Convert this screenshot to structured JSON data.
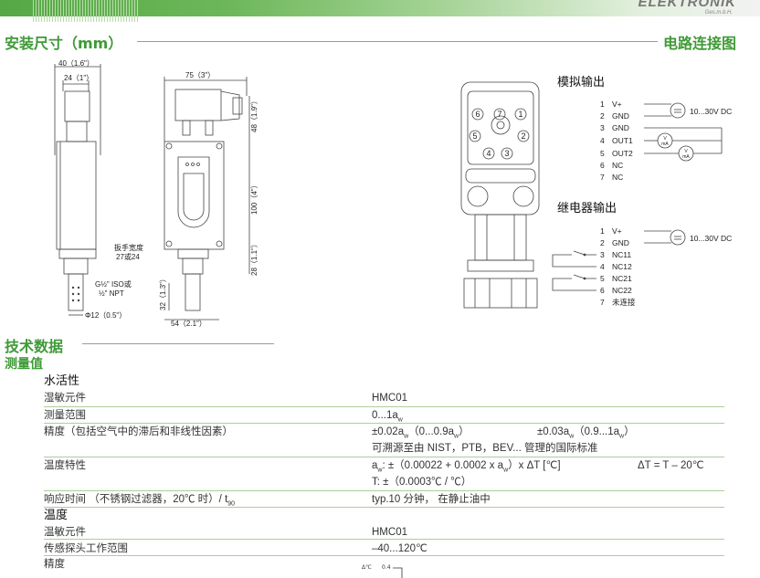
{
  "header": {
    "logo": "ELEKTRONIK",
    "logo_sub": "Ges.m.b.H."
  },
  "sections": {
    "dimensions_title": "安装尺寸（mm）",
    "wiring_title": "电路连接图",
    "tech_title": "技术数据",
    "measured_title": "测量值"
  },
  "drawing": {
    "dim_40": "40（1.6\"）",
    "dim_24": "24（1\"）",
    "dim_75": "75（3\"）",
    "dim_48": "48（1.9\"）",
    "dim_100": "100（4\"）",
    "dim_28": "28（1.1\"）",
    "dim_32": "32（1.3\"）",
    "dim_54": "54（2.1\"）",
    "dim_phi12": "Φ12（0.5\"）",
    "wrench_1": "扳手宽度",
    "wrench_2": "27或24",
    "thread_1": "G½\" ISO或",
    "thread_2": "½\" NPT",
    "pins": [
      "1",
      "2",
      "3",
      "4",
      "5",
      "6",
      "7"
    ]
  },
  "wiring": {
    "analog_title": "模拟输出",
    "analog_pins": [
      {
        "n": "1",
        "name": "V+"
      },
      {
        "n": "2",
        "name": "GND"
      },
      {
        "n": "3",
        "name": "GND"
      },
      {
        "n": "4",
        "name": "OUT1"
      },
      {
        "n": "5",
        "name": "OUT2"
      },
      {
        "n": "6",
        "name": "NC"
      },
      {
        "n": "7",
        "name": "NC"
      }
    ],
    "supply": "10...30V DC",
    "meter_v": "V",
    "meter_ma": "mA",
    "relay_title": "继电器输出",
    "relay_pins": [
      {
        "n": "1",
        "name": "V+"
      },
      {
        "n": "2",
        "name": "GND"
      },
      {
        "n": "3",
        "name": "NC11"
      },
      {
        "n": "4",
        "name": "NC12"
      },
      {
        "n": "5",
        "name": "NC21"
      },
      {
        "n": "6",
        "name": "NC22"
      },
      {
        "n": "7",
        "name": "未连接"
      }
    ]
  },
  "table": {
    "group_water": "水活性",
    "rows": [
      {
        "label": "湿敏元件",
        "value": "HMC01"
      },
      {
        "label": "测量范围",
        "value": "0...1a",
        "value_sub": "w"
      },
      {
        "label": "精度（包括空气中的滞后和非线性因素）",
        "value": "±0.02a",
        "value_b": "（0...0.9a",
        "value_c": "）",
        "value2": "±0.03a",
        "value2_b": "（0.9...1a",
        "value2_c": "）",
        "sub": "w",
        "line2": "可溯源至由 NIST，PTB，BEV... 管理的国际标准"
      },
      {
        "label": "温度特性",
        "value_a": "a",
        "value_b": ": ±（0.00022 + 0.0002 x a",
        "value_c": "）x ΔT [℃]",
        "value3": "ΔT = T – 20℃",
        "sub": "w",
        "line2": "T:  ±（0.0003℃ / ℃）"
      },
      {
        "label": "响应时间 （不锈钢过滤器，20℃ 时）/ t",
        "label_sub": "90",
        "value": "typ.10 分钟，  在静止油中"
      }
    ],
    "group_temp": "温度",
    "temp_rows": [
      {
        "label": "温敏元件",
        "value": "HMC01"
      },
      {
        "label": "传感探头工作范围",
        "value": "–40...120℃"
      },
      {
        "label": "精度"
      }
    ],
    "chart_ylabel": "Δ℃",
    "chart_tick": "0.4"
  }
}
